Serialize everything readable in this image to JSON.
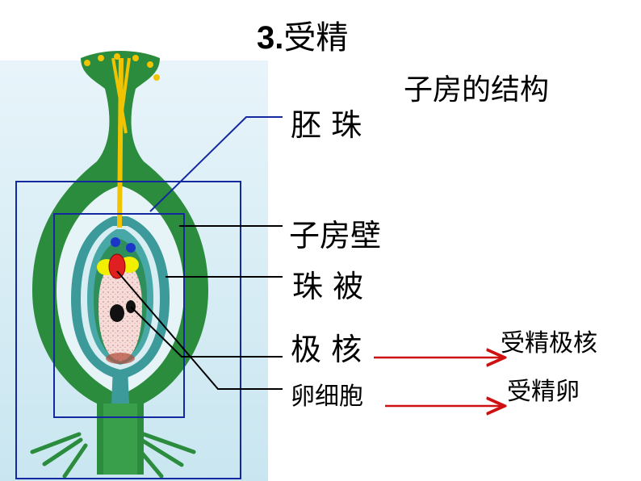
{
  "title": {
    "number": "3.",
    "text": "受精"
  },
  "subtitle": "子房的结构",
  "labels": {
    "ovule": "胚 珠",
    "ovary_wall": "子房壁",
    "integument": "珠  被",
    "polar_nuclei": "极 核",
    "egg_cell": "卵细胞"
  },
  "results": {
    "fertilized_polar_nuclei": "受精极核",
    "fertilized_egg": "受精卵"
  },
  "colors": {
    "background_panel": "#d6ecf4",
    "ovary_wall": "#2a8c3c",
    "integument": "#3c9a9a",
    "pollen_tube": "#f2c300",
    "sperm": "#1a35c8",
    "egg": "#e02020",
    "synergid": "#f2f000",
    "embryo_sac": "#f6d6d2",
    "frame": "#1428a0",
    "arrow": "#d01010"
  }
}
